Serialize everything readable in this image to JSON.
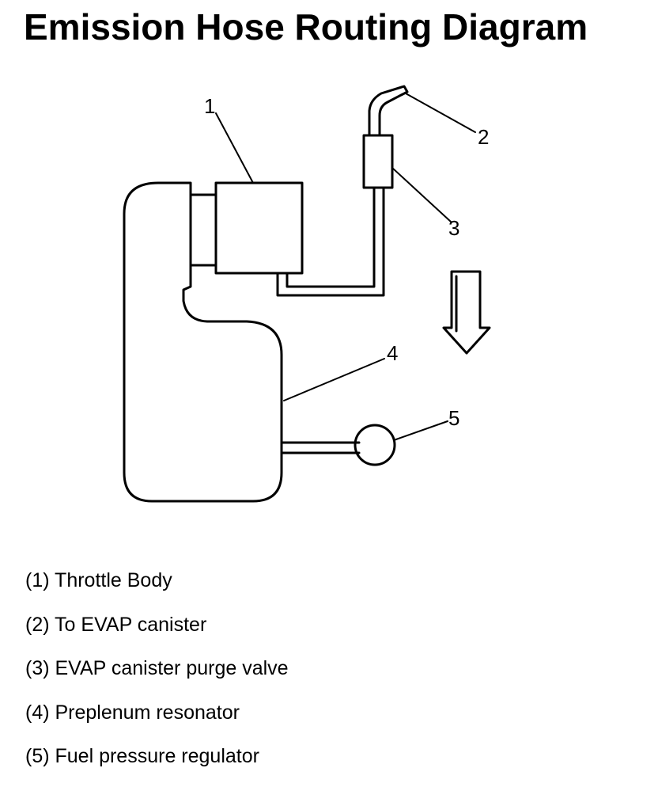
{
  "title": "Emission Hose Routing Diagram",
  "diagram": {
    "callouts": [
      "1",
      "2",
      "3",
      "4",
      "5"
    ]
  },
  "legend": [
    "(1) Throttle Body",
    "(2) To EVAP canister",
    "(3) EVAP canister purge valve",
    "(4) Preplenum resonator",
    "(5) Fuel pressure regulator"
  ]
}
